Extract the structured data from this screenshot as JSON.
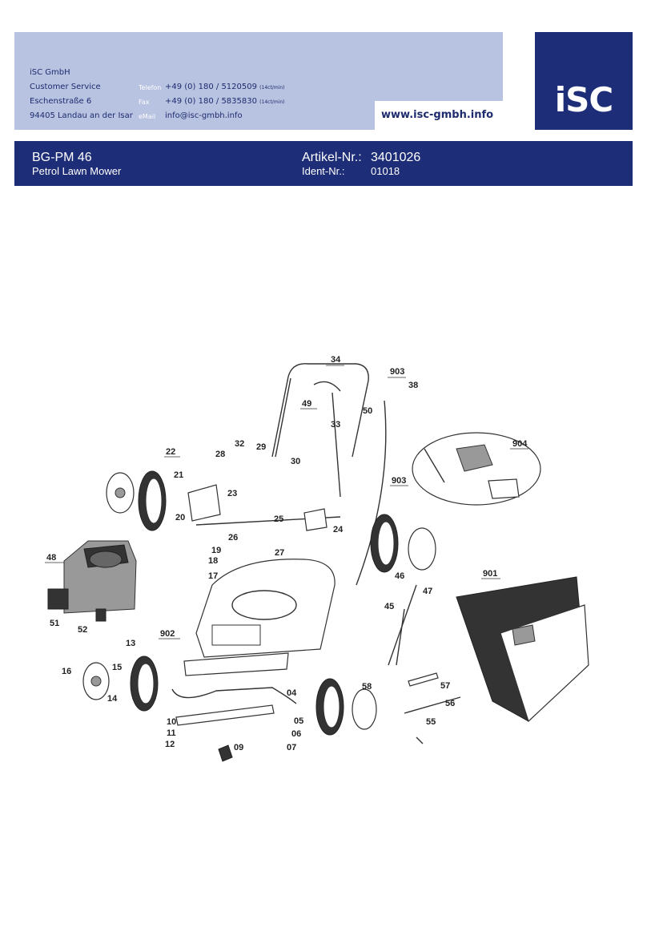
{
  "company": {
    "name": "iSC GmbH",
    "department": "Customer Service",
    "street": "Eschenstraße 6",
    "city": "94405 Landau an der Isar",
    "phone_label": "Telefon",
    "phone": "+49 (0) 180 / 5120509",
    "phone_rate": "(14ct/min)",
    "fax_label": "Fax",
    "fax": "+49 (0) 180 / 5835830",
    "fax_rate": "(14ct/min)",
    "email_label": "eMail",
    "email": "info@isc-gmbh.info",
    "website": "www.isc-gmbh.info",
    "logo_text": "iSC"
  },
  "product": {
    "model": "BG-PM 46",
    "description": "Petrol Lawn Mower",
    "article_label": "Artikel-Nr.:",
    "article_no": "3401026",
    "ident_label": "Ident-Nr.:",
    "ident_no": "01018"
  },
  "callouts": {
    "c34": "34",
    "c903a": "903",
    "c38": "38",
    "c49": "49",
    "c50": "50",
    "c33": "33",
    "c22": "22",
    "c32": "32",
    "c29": "29",
    "c28": "28",
    "c30": "30",
    "c903b": "903",
    "c904": "904",
    "c21": "21",
    "c23": "23",
    "c20": "20",
    "c25": "25",
    "c24": "24",
    "c26": "26",
    "c19": "19",
    "c27": "27",
    "c48": "48",
    "c18": "18",
    "c17": "17",
    "c901": "901",
    "c46": "46",
    "c47": "47",
    "c45": "45",
    "c51": "51",
    "c52": "52",
    "c902": "902",
    "c13": "13",
    "c15": "15",
    "c16": "16",
    "c14": "14",
    "c04": "04",
    "c58": "58",
    "c57": "57",
    "c56": "56",
    "c10": "10",
    "c11": "11",
    "c12": "12",
    "c05": "05",
    "c06": "06",
    "c09": "09",
    "c07": "07",
    "c55": "55"
  }
}
